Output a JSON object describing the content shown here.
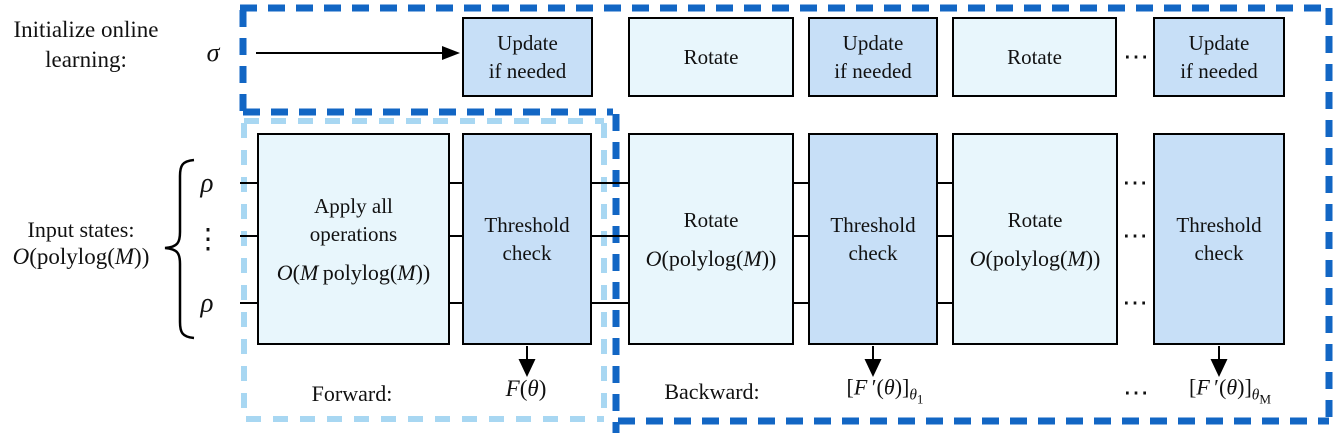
{
  "left_labels": {
    "initialize_line1": "Initialize online",
    "initialize_line2": "learning:",
    "sigma_symbol": "σ",
    "input_states_label": "Input states:",
    "input_states_complexity_html": "<i>O</i>(polylog(<i>M</i>))",
    "rho_symbol": "ρ",
    "vdots_symbol": "⋮"
  },
  "top_row": {
    "update_line1": "Update",
    "update_line2": "if needed",
    "rotate_label": "Rotate",
    "ellipsis": "⋯"
  },
  "main_row": {
    "apply_line1": "Apply all",
    "apply_line2": "operations",
    "apply_complexity_html": "<i>O</i>(<i>M</i> polylog(<i>M</i>))",
    "threshold_line1": "Threshold",
    "threshold_line2": "check",
    "rotate_label": "Rotate",
    "rotate_complexity_html": "<i>O</i>(polylog(<i>M</i>))",
    "ellipsis": "⋯"
  },
  "bottom_labels": {
    "forward_label": "Forward:",
    "forward_output_html": "<i>F</i>(<i>θ</i>)",
    "backward_label": "Backward:",
    "backward_output_first_html": "[<i>F</i> ′(<i>θ</i>)]<sub><i>θ</i><sub>1</sub></sub>",
    "backward_output_last_html": "[<i>F</i> ′(<i>θ</i>)]<sub><i>θ</i><sub>M</sub></sub>",
    "ellipsis": "⋯"
  },
  "colors": {
    "outer_border": "#1266C4",
    "inner_border": "#A8D7F2",
    "light_box_fill": "#E8F6FC",
    "dark_box_fill": "#C7DFF7",
    "box_border": "#000000"
  }
}
